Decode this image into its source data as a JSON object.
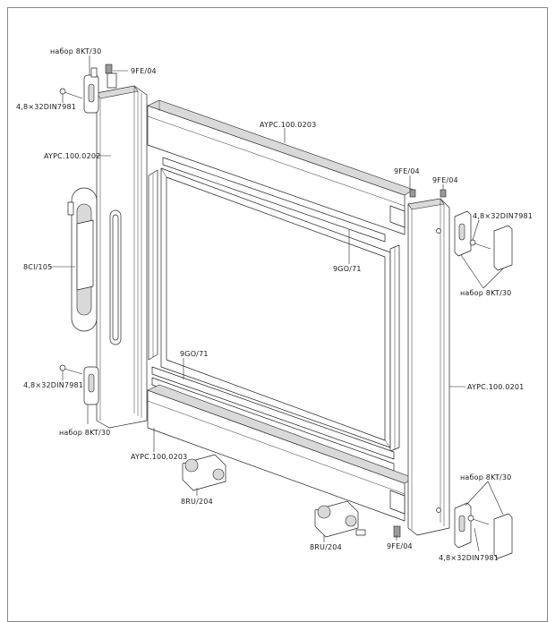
{
  "labels": {
    "kit_top_left": "набор 8KT/30",
    "screw_top_left": "4,8×32DIN7981",
    "cap_top_left": "9FE/04",
    "profile_left": "AYPC.100.0202",
    "profile_top": "AYPC.100.0203",
    "cap_top_right_a": "9FE/04",
    "cap_top_right_b": "9FE/04",
    "screw_top_right": "4,8×32DIN7981",
    "kit_top_right": "набор 8KT/30",
    "handle": "8CI/105",
    "gasket_right": "9GO/71",
    "gasket_left": "9GO/71",
    "screw_bottom_left": "4,8×32DIN7981",
    "kit_bottom_left": "набор 8KT/30",
    "profile_right": "AYPC.100.0201",
    "profile_bottom": "AYPC.100.0203",
    "roller_left": "8RU/204",
    "roller_right": "8RU/204",
    "cap_bottom_right": "9FE/04",
    "kit_bottom_right": "набор 8KT/30",
    "screw_bottom_right": "4,8×32DIN7981"
  }
}
